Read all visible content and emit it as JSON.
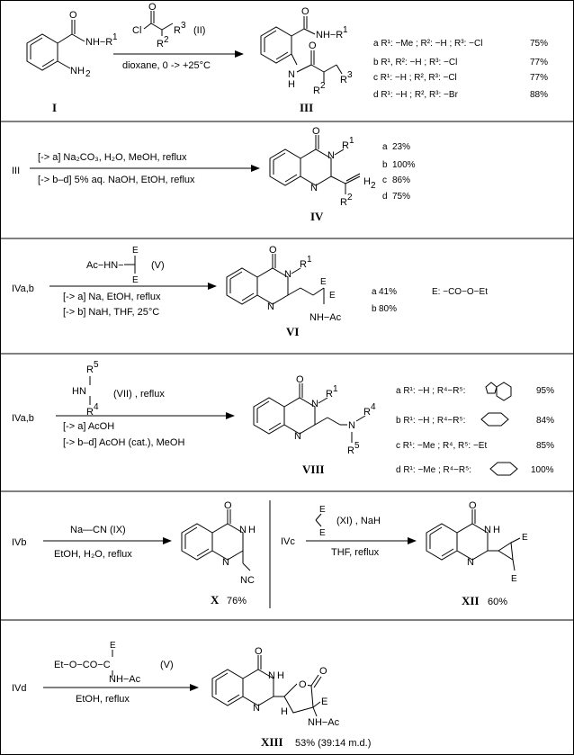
{
  "rows": [
    {
      "start": "",
      "reagents": [
        "(II)",
        "dioxane, 0 -> +25°C"
      ],
      "product_label": "III",
      "start_label": "I",
      "yields": [
        {
          "label": "a R¹: −Me ; R²: −H ; R³: −Cl",
          "value": "75%"
        },
        {
          "label": "b R¹, R²: −H ; R³: −Cl",
          "value": "77%"
        },
        {
          "label": "c R¹: −H ; R², R³: −Cl",
          "value": "77%"
        },
        {
          "label": "d R¹: −H ; R², R³: −Br",
          "value": "88%"
        }
      ]
    },
    {
      "start": "III",
      "reagents": [
        "[-> a]  Na₂CO₃,  H₂O, MeOH,  reflux",
        "[-> b–d]  5% aq. NaOH, EtOH, reflux"
      ],
      "product_label": "IV",
      "yields": [
        {
          "label": "a",
          "value": "23%"
        },
        {
          "label": "b",
          "value": "100%"
        },
        {
          "label": "c",
          "value": "86%"
        },
        {
          "label": "d",
          "value": "75%"
        }
      ]
    },
    {
      "start": "IVa,b",
      "reagents": [
        "(V)",
        "[-> a]   Na, EtOH,  reflux",
        "[-> b]   NaH, THF,  25°C"
      ],
      "product_label": "VI",
      "yields": [
        {
          "label": "a",
          "value": "41%"
        },
        {
          "label": "b",
          "value": "80%"
        }
      ],
      "legend": "E: −CO−O−Et"
    },
    {
      "start": "IVa,b",
      "reagents": [
        "(VII) , reflux",
        "[-> a]   AcOH",
        "[-> b–d]   AcOH (cat.), MeOH"
      ],
      "product_label": "VIII",
      "yields": [
        {
          "label": "a R¹: −H ; R⁴−R⁵:",
          "value": "95%"
        },
        {
          "label": "b R¹: −H ; R⁴−R⁵:",
          "value": "84%"
        },
        {
          "label": "c R¹: −Me ; R⁴, R⁵: −Et",
          "value": "85%"
        },
        {
          "label": "d R¹: −Me ; R⁴−R⁵:",
          "value": "100%"
        }
      ]
    },
    {
      "start": "IVb",
      "reagents": [
        "Na—CN  (IX)",
        "EtOH,  H₂O,  reflux"
      ],
      "product_label": "X",
      "yield": "76%"
    },
    {
      "start": "IVc",
      "reagents": [
        "(XI)  , NaH",
        "THF,  reflux"
      ],
      "product_label": "XII",
      "yield": "60%"
    },
    {
      "start": "IVd",
      "reagents": [
        "(V)",
        "EtOH,  reflux"
      ],
      "product_label": "XIII",
      "yield": "53% (39:14 m.d.)"
    }
  ]
}
